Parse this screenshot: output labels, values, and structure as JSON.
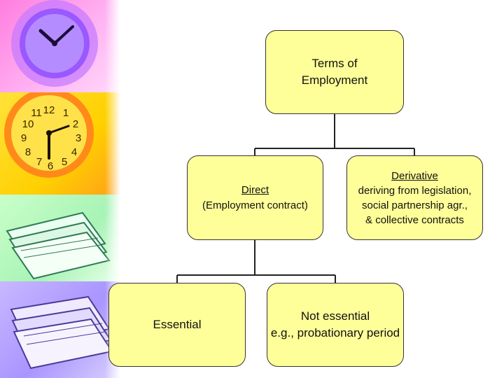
{
  "nodes": {
    "root": {
      "line1": "Terms of",
      "line2": "Employment"
    },
    "direct": {
      "line1": "Direct",
      "line2": "(Employment contract)"
    },
    "derivative": {
      "line1": "Derivative",
      "line2": "deriving from legislation,",
      "line3": "social partnership agr.,",
      "line4": "& collective contracts"
    },
    "essential": {
      "line1": "Essential"
    },
    "not_essential": {
      "line1": "Not essential",
      "line2": "e.g., probationary period"
    }
  },
  "clock_numerals": [
    "12",
    "1",
    "2",
    "3",
    "4",
    "5",
    "6",
    "7",
    "8",
    "9",
    "10",
    "11"
  ],
  "colors": {
    "box_fill": "#ffff99",
    "box_border": "#333333",
    "line": "#222222"
  }
}
